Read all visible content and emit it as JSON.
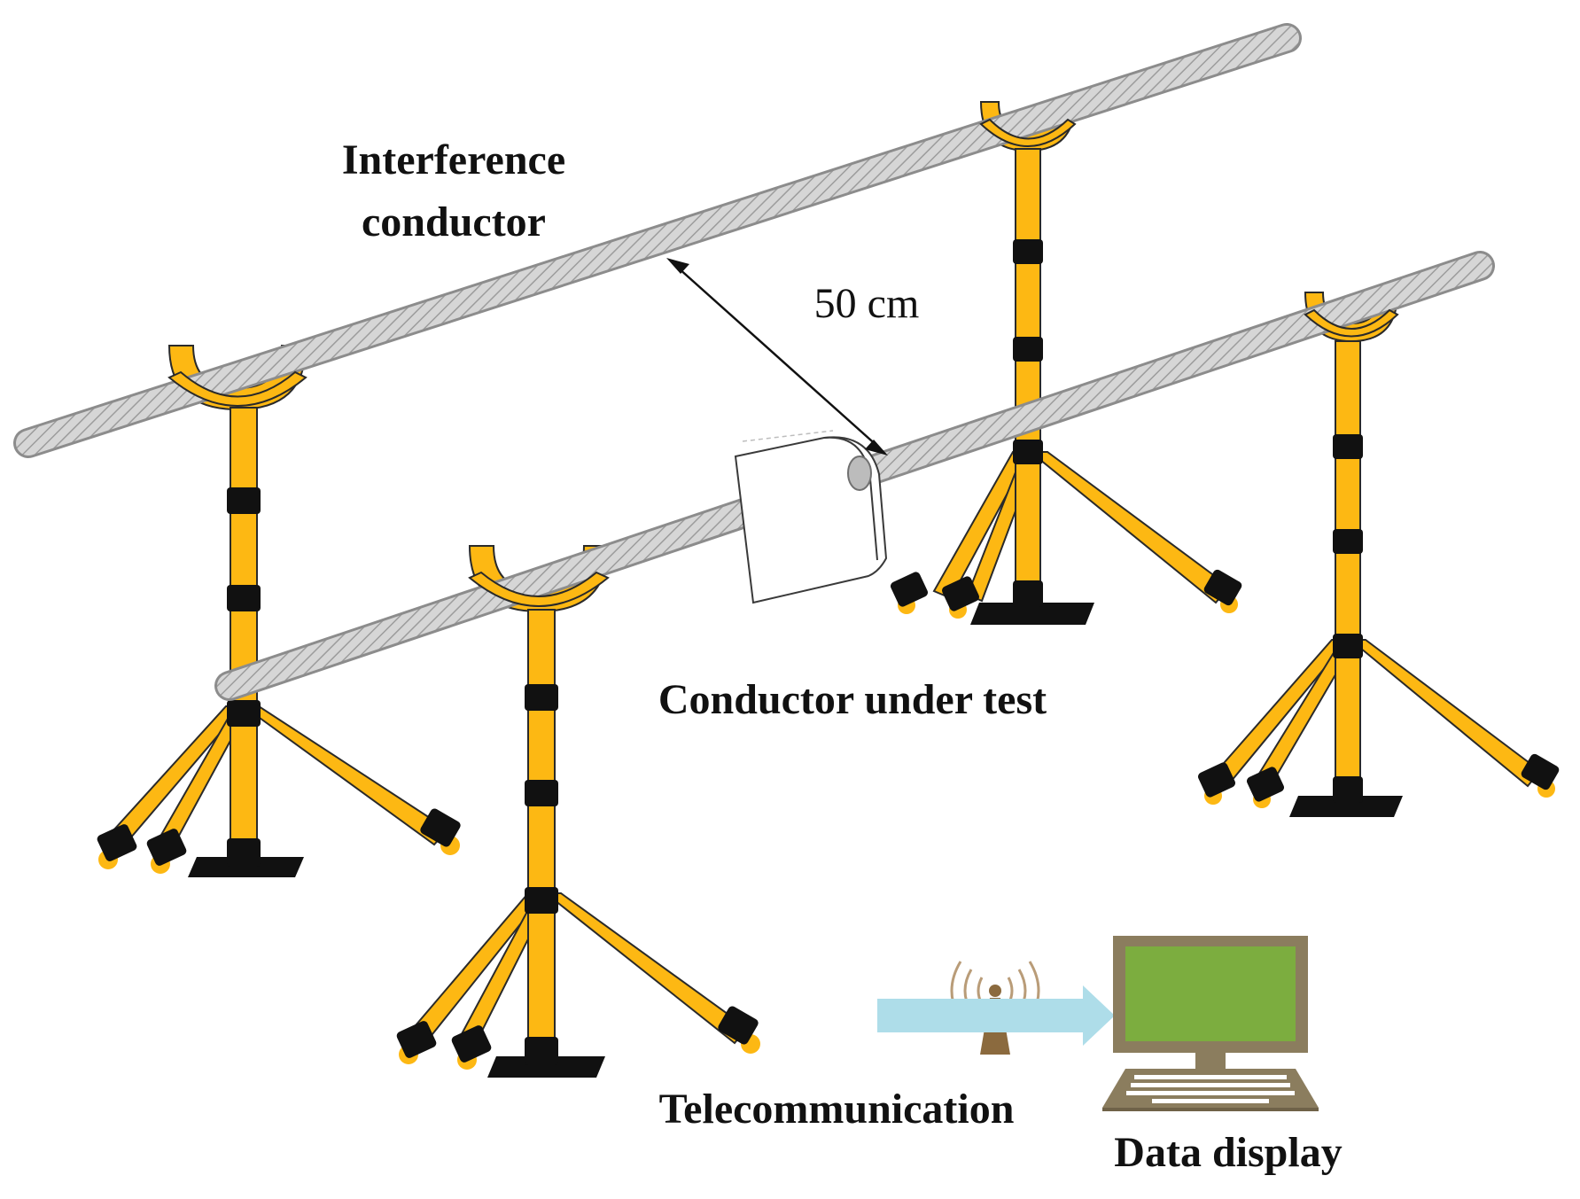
{
  "labels": {
    "interference_line1": "Interference",
    "interference_line2": "conductor",
    "distance": "50 cm",
    "conductor_under_test": "Conductor under test",
    "telecommunication": "Telecommunication",
    "data_display": "Data display"
  },
  "colors": {
    "stand": "#FDB813",
    "stand_outline": "#2a2a2a",
    "clamp": "#111111",
    "cable_fill": "#d2d2d2",
    "cable_outline": "#8c8c8c",
    "signal_arrow": "#aedde9",
    "antenna": "#8b6a3e",
    "monitor_frame": "#8b7d5e",
    "monitor_screen": "#7cad3f"
  }
}
